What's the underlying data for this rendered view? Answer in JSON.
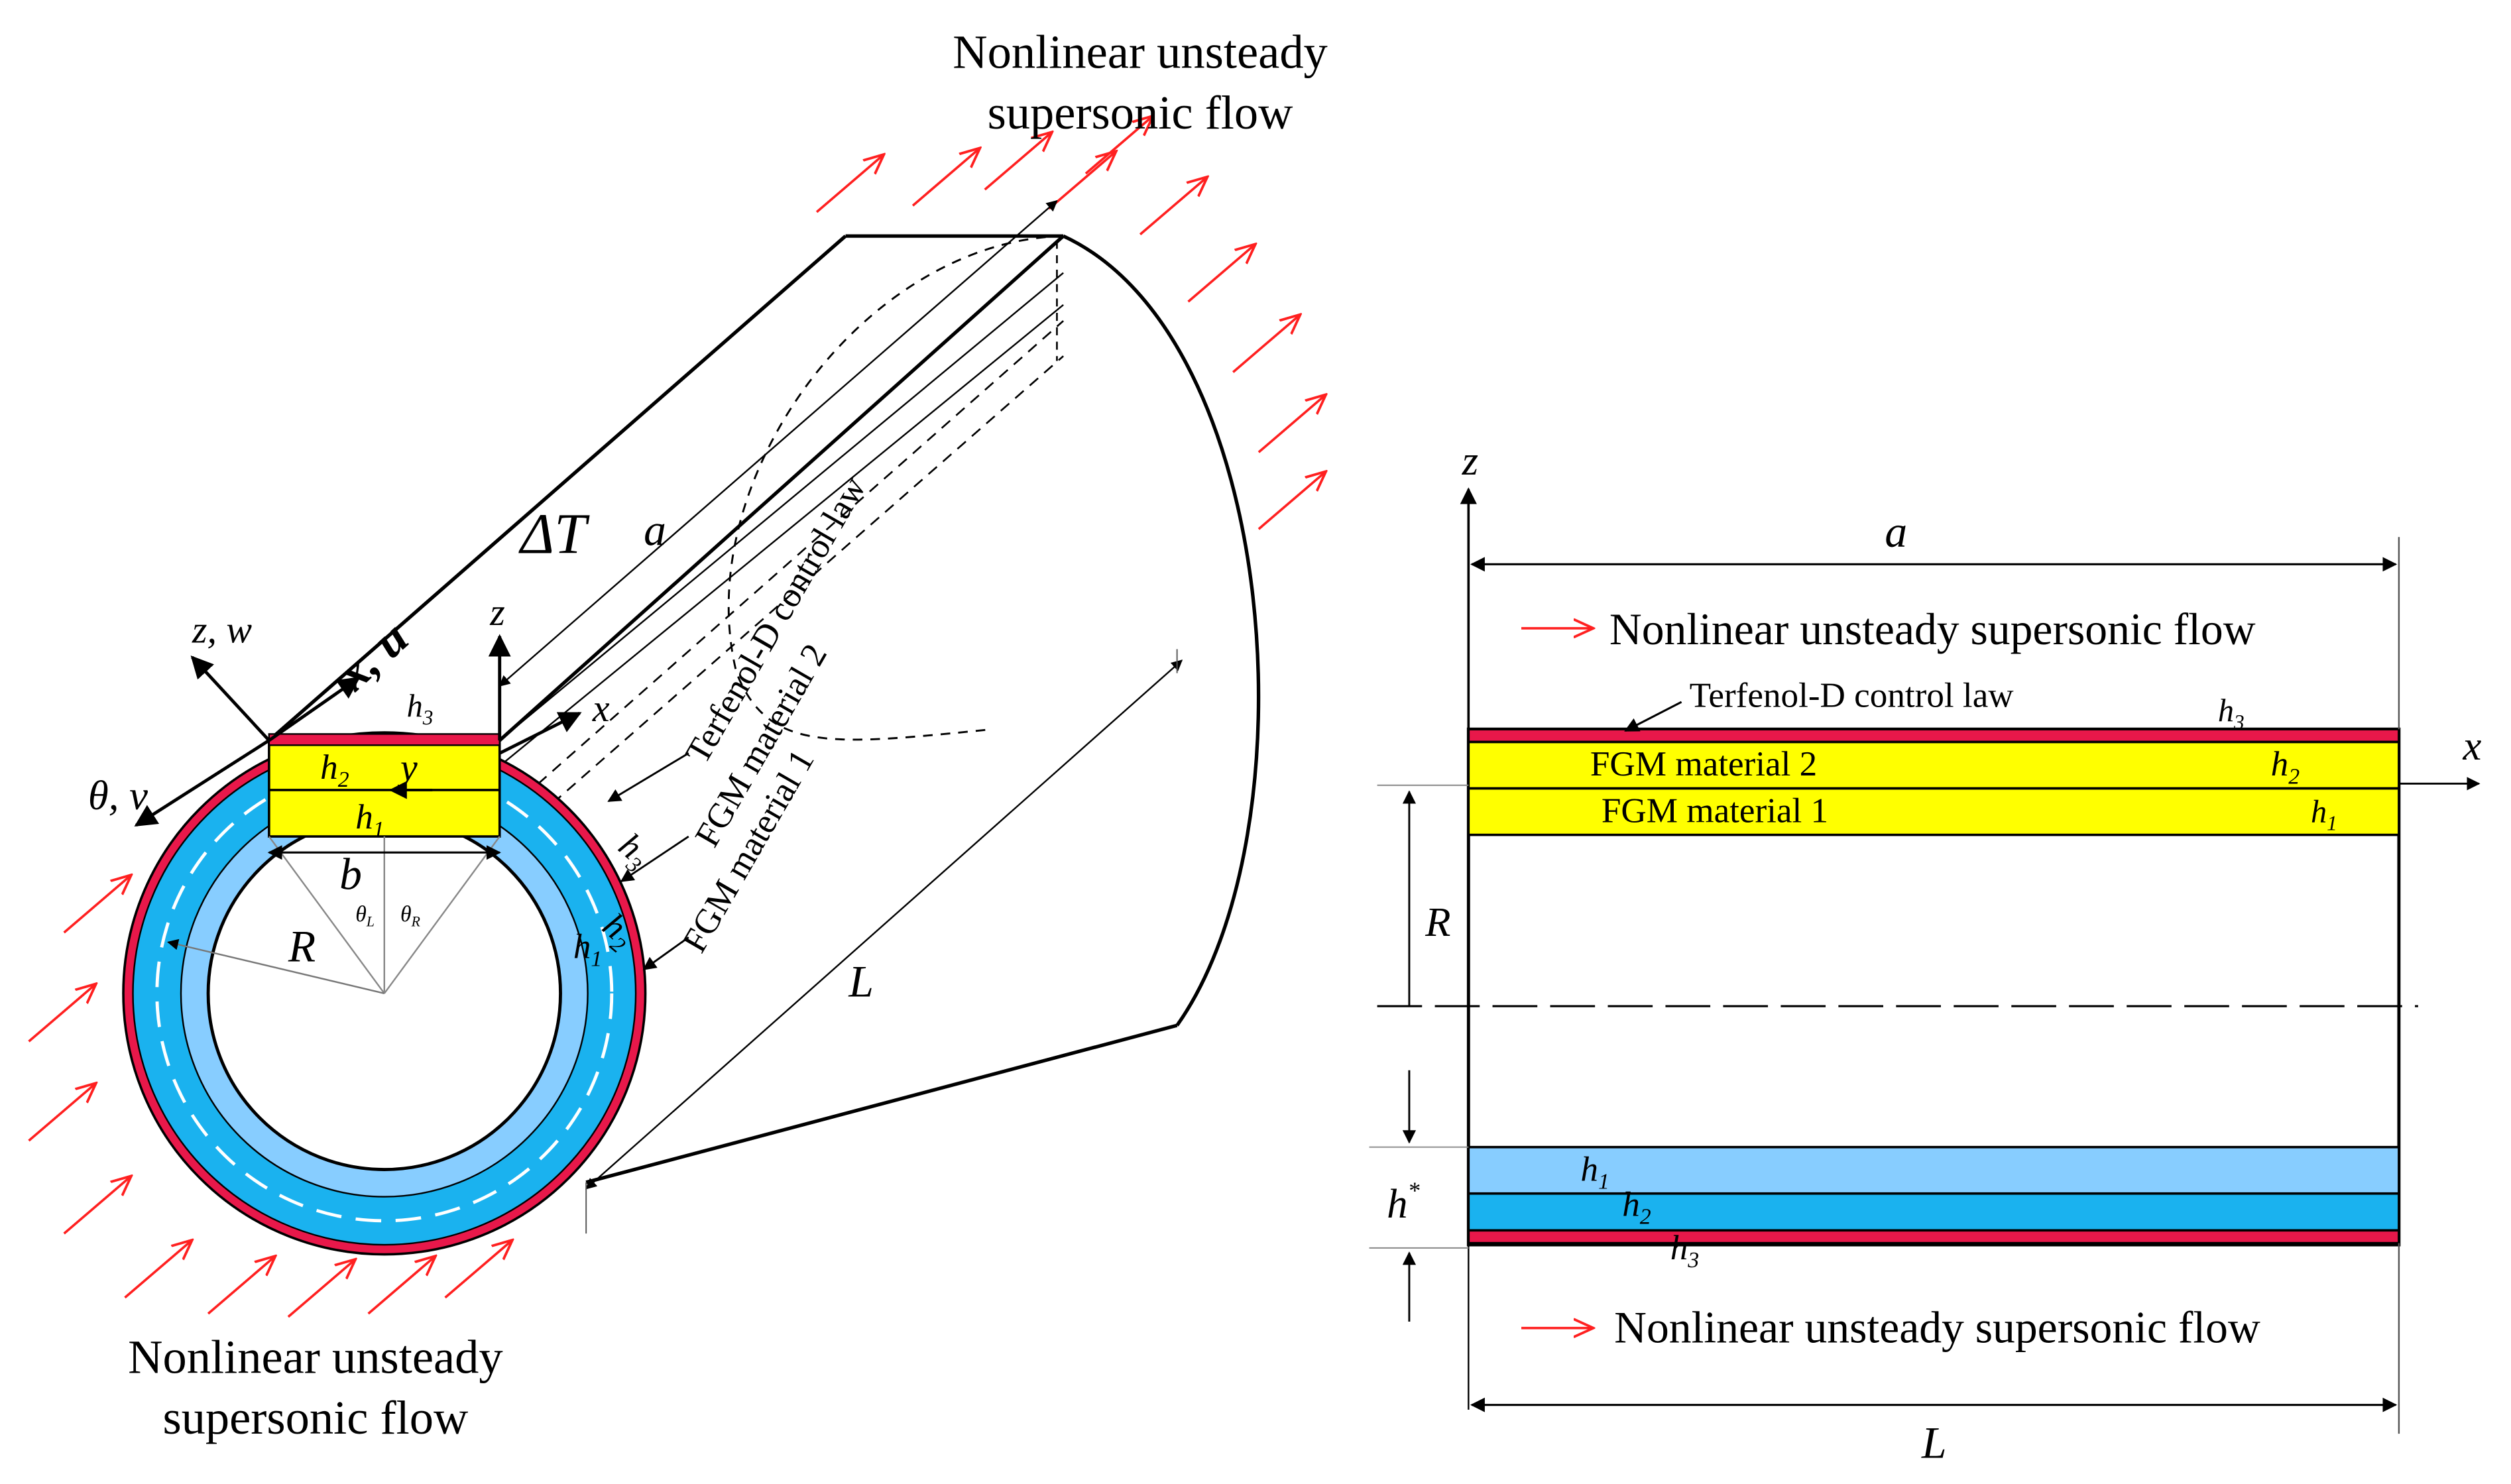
{
  "left": {
    "flow_top": [
      "Nonlinear unsteady",
      "supersonic flow"
    ],
    "flow_bottom": [
      "Nonlinear unsteady",
      "supersonic flow"
    ],
    "delta_t": "ΔT",
    "a": "a",
    "L": "L",
    "R": "R",
    "b": "b",
    "z_w": "z, w",
    "x_u": "x, u",
    "theta_v": "θ, v",
    "z": "z",
    "x": "x",
    "y": "y",
    "h1": "h",
    "h2": "h",
    "h3": "h",
    "sub1": "1",
    "sub2": "2",
    "sub3": "3",
    "theta_l": "θ",
    "theta_l_sub": "L",
    "theta_r": "θ",
    "theta_r_sub": "R",
    "label_terfenol": "Terfenol-D control law",
    "label_fgm2": "FGM material 2",
    "label_fgm1": "FGM material 1"
  },
  "right": {
    "z": "z",
    "x": "x",
    "a": "a",
    "L": "L",
    "R": "R",
    "h_star": "h",
    "star": "*",
    "flow_top": "Nonlinear unsteady supersonic flow",
    "flow_bottom": "Nonlinear unsteady supersonic flow",
    "terfenol": "Terfenol-D control law",
    "fgm2": "FGM material 2",
    "fgm1": "FGM material 1",
    "h": "h",
    "sub1": "1",
    "sub2": "2",
    "sub3": "3"
  },
  "colors": {
    "flow_arrow": "#ff2020",
    "terfenol": "#e8184a",
    "fgm2_yellow": "#ffff00",
    "fgm1_light_blue": "#87cdff",
    "fgm_blue": "#1ab2ef"
  }
}
